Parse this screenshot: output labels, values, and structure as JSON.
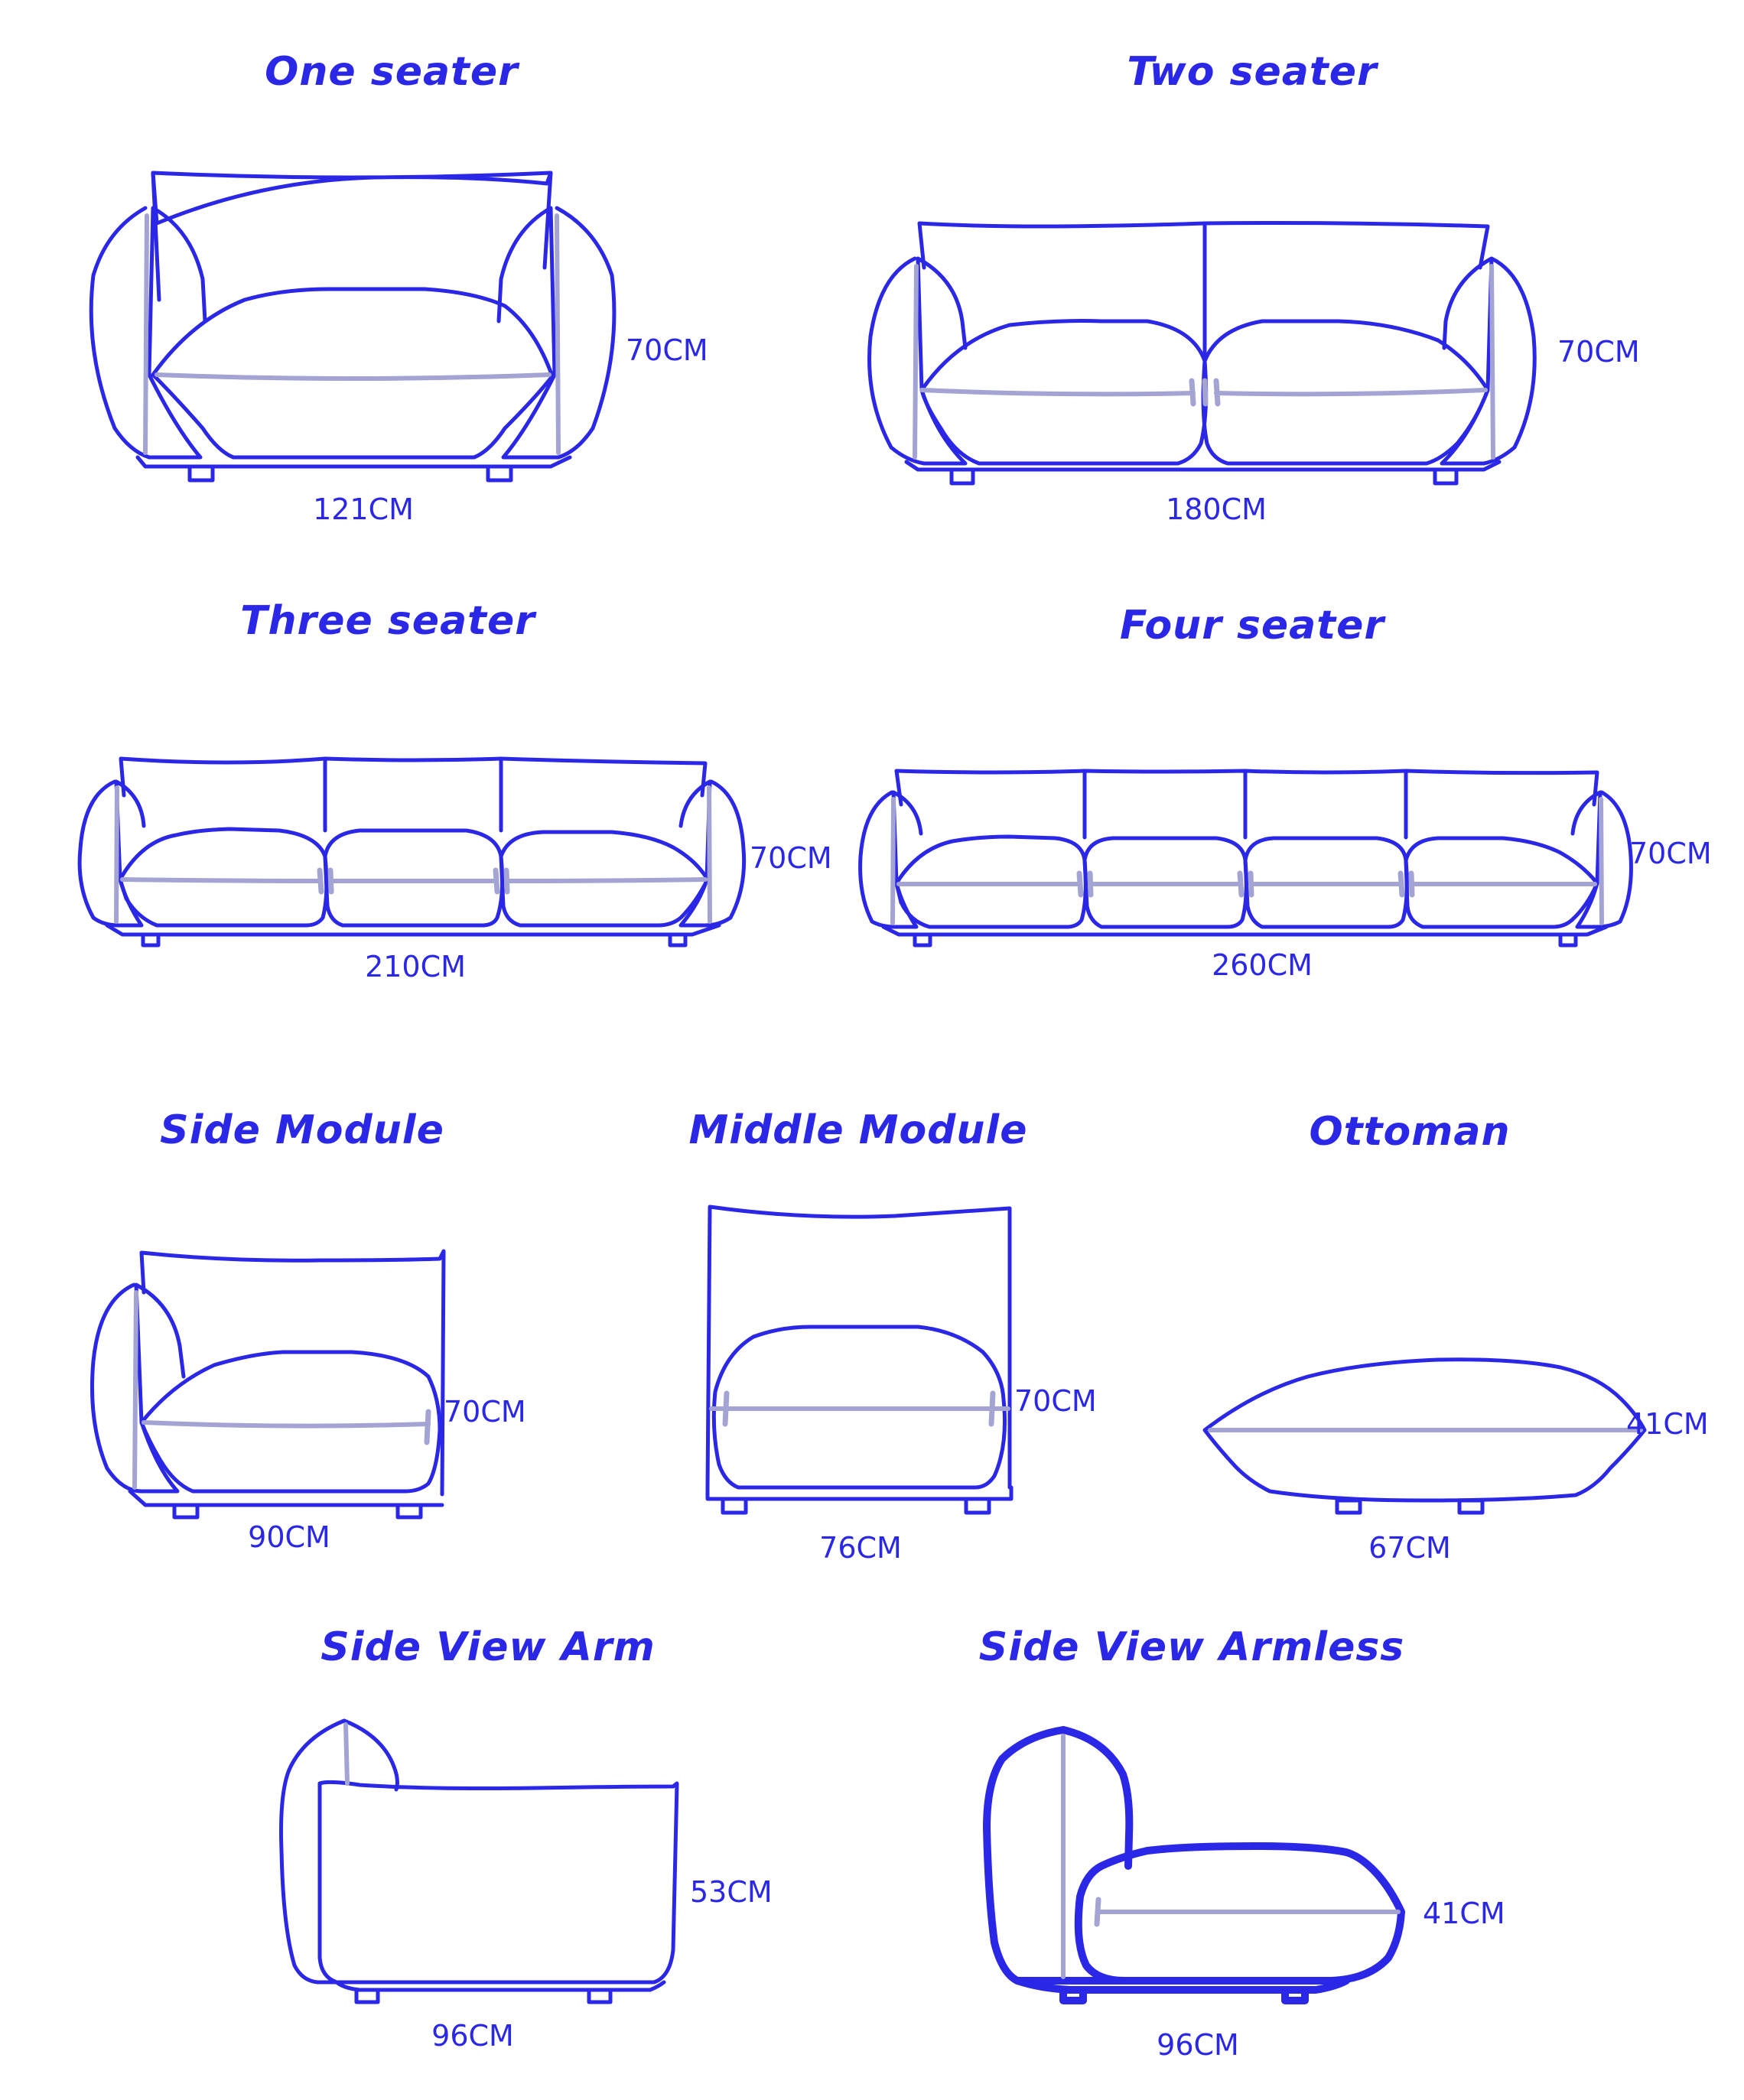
{
  "colors": {
    "outline": "#2b27e6",
    "measure": "#a3a3d4",
    "background": "#ffffff"
  },
  "figures": {
    "one_seater": {
      "title": "One seater",
      "width": "121CM",
      "height": "70CM"
    },
    "two_seater": {
      "title": "Two seater",
      "width": "180CM",
      "height": "70CM"
    },
    "three_seater": {
      "title": "Three seater",
      "width": "210CM",
      "height": "70CM"
    },
    "four_seater": {
      "title": "Four seater",
      "width": "260CM",
      "height": "70CM"
    },
    "side_module": {
      "title": "Side Module",
      "width": "90CM",
      "height": "70CM"
    },
    "middle_module": {
      "title": "Middle Module",
      "width": "76CM",
      "height": "70CM"
    },
    "ottoman": {
      "title": "Ottoman",
      "width": "67CM",
      "height": "41CM"
    },
    "side_arm": {
      "title": "Side View Arm",
      "width": "96CM",
      "height": "53CM"
    },
    "side_armless": {
      "title": "Side View Armless",
      "width": "96CM",
      "height": "41CM"
    }
  }
}
